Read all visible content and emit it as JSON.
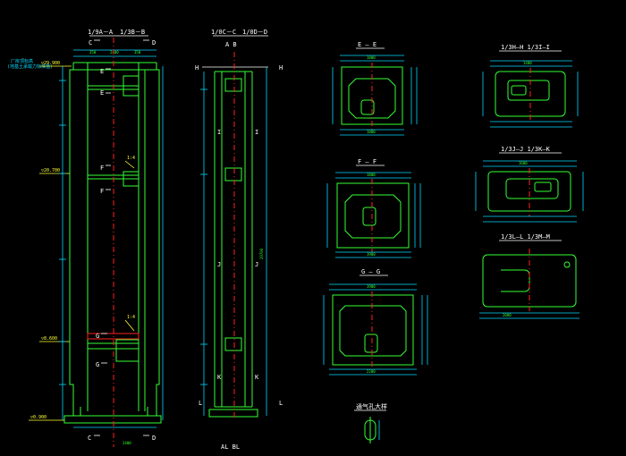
{
  "colors": {
    "background": "#000000",
    "outline": "#33ff33",
    "centerline": "#ff2020",
    "label": "#ffffff",
    "dimension": "#00d8ff",
    "leader": "#ffff33"
  },
  "elevation_left": {
    "axis_top_1": "1/9A－A",
    "axis_top_2": "1/3B－B",
    "cut_top_left": "C",
    "cut_top_right": "D",
    "cut_bottom_left": "C",
    "cut_bottom_right": "D",
    "section_e": "E",
    "section_f": "F",
    "section_g": "G",
    "elev_top": "▽29.900",
    "elev_mid": "▽20.700",
    "elev_low": "▽8.600",
    "elev_base": "▽0.900",
    "note_top_1": "厂房顶标高",
    "note_top_2": "(地基土承载力标准值)",
    "bottom_dim": "2400",
    "detail_ref": "1:4"
  },
  "elevation_right": {
    "axis_top_1": "1/0C－C",
    "axis_top_2": "1/0D－D",
    "axis_sub": "A  B",
    "axis_bottom": "AL  BL",
    "section_h": "H",
    "section_i": "I",
    "section_j": "J",
    "section_k": "K",
    "section_l": "L",
    "total_height": "29700"
  },
  "sections": {
    "ee": "E — E",
    "ff": "F — F",
    "gg": "G — G",
    "hh": "1/3H—H  1/3I—I",
    "jj": "1/3J—J  1/3K—K",
    "mm": "1/3L—L  1/3M—M",
    "detail": "通气孔大样"
  },
  "dims": {
    "ee_top": "1800",
    "ee_bottom": "1800",
    "ff_top": "1800",
    "ff_bottom": "1900",
    "gg_top": "1900",
    "gg_bottom": "2200",
    "hh_top": "1400",
    "jj_top": "1600",
    "mm_bottom": "2000"
  }
}
